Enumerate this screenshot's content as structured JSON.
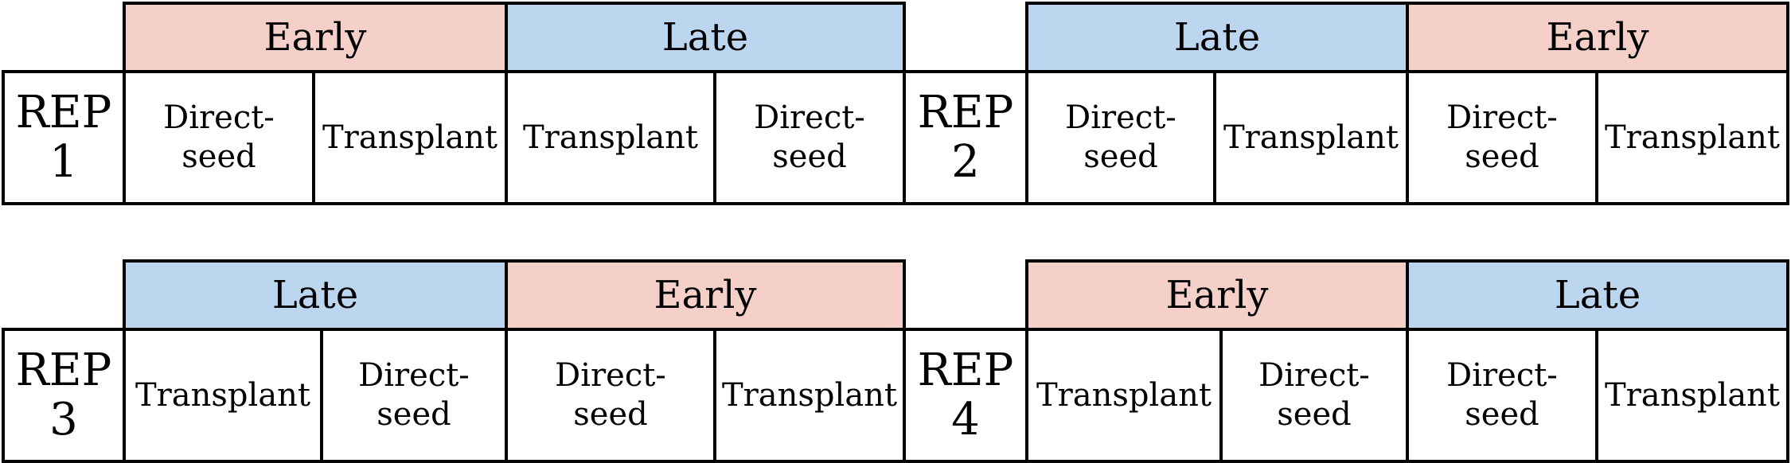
{
  "colors": {
    "early": "#f4d0c8",
    "late": "#bdd6f0",
    "border": "#000000",
    "background": "#ffffff"
  },
  "reps": [
    {
      "label": "REP\n1",
      "timings": [
        {
          "label": "Early",
          "color": "early"
        },
        {
          "label": "Late",
          "color": "late"
        }
      ],
      "methods": [
        "Direct-\nseed",
        "Transplant",
        "Transplant",
        "Direct-\nseed"
      ]
    },
    {
      "label": "REP\n2",
      "timings": [
        {
          "label": "Late",
          "color": "late"
        },
        {
          "label": "Early",
          "color": "early"
        }
      ],
      "methods": [
        "Direct-\nseed",
        "Transplant",
        "Direct-\nseed",
        "Transplant"
      ]
    },
    {
      "label": "REP\n3",
      "timings": [
        {
          "label": "Late",
          "color": "late"
        },
        {
          "label": "Early",
          "color": "early"
        }
      ],
      "methods": [
        "Transplant",
        "Direct-\nseed",
        "Direct-\nseed",
        "Transplant"
      ]
    },
    {
      "label": "REP\n4",
      "timings": [
        {
          "label": "Early",
          "color": "early"
        },
        {
          "label": "Late",
          "color": "late"
        }
      ],
      "methods": [
        "Transplant",
        "Direct-\nseed",
        "Direct-\nseed",
        "Transplant"
      ]
    }
  ]
}
